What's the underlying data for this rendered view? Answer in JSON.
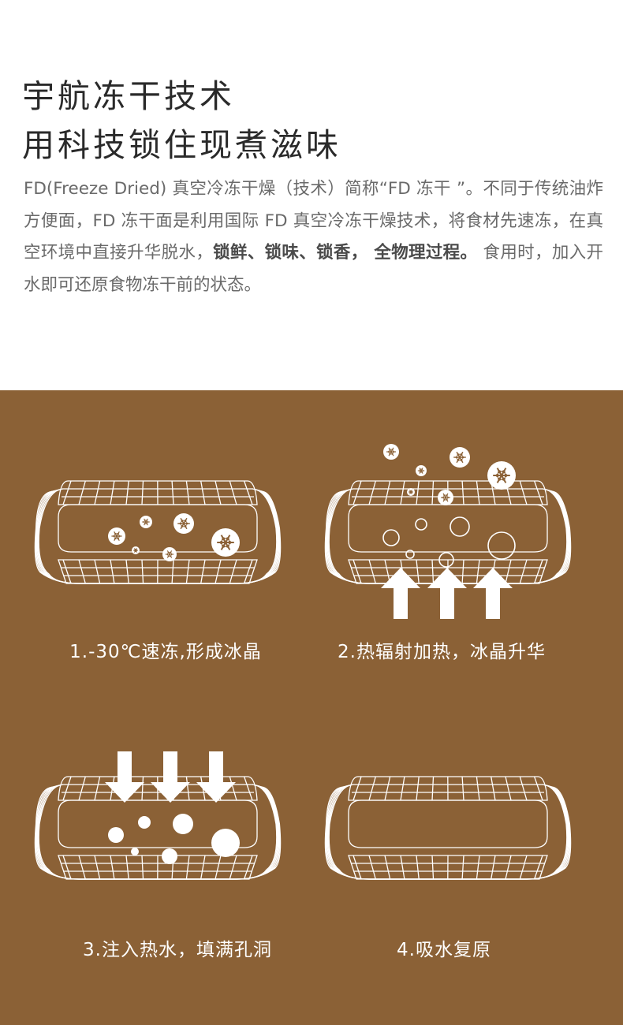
{
  "heading": {
    "line1": "宇航冻干技术",
    "line2": "用科技锁住现煮滋味"
  },
  "intro": {
    "part1": "FD(Freeze Dried) 真空冷冻干燥（技术）简称“FD 冻干 ”。不同于传统油炸方便面，FD 冻干面是利用国际 FD 真空冷冻干燥技术，将食材先速冻，在真空环境中直接升华脱水，",
    "bold1": "锁鲜、锁味、锁香，  全物理过程。",
    "part2": " 食用时，加入开水即可还原食物冻干前的状态。"
  },
  "steps": [
    {
      "caption": "1.-30℃速冻,形成冰晶"
    },
    {
      "caption": "2.热辐射加热，冰晶升华"
    },
    {
      "caption": "3.注入热水，填满孔洞"
    },
    {
      "caption": "4.吸水复原"
    }
  ],
  "colors": {
    "background_bottom": "#8b6136",
    "line": "#ffffff",
    "snowflake": "#8b6136"
  },
  "icons": {
    "crystal": "snowflake-icon",
    "arrow_up": "arrow-up-icon",
    "arrow_down": "arrow-down-icon"
  }
}
